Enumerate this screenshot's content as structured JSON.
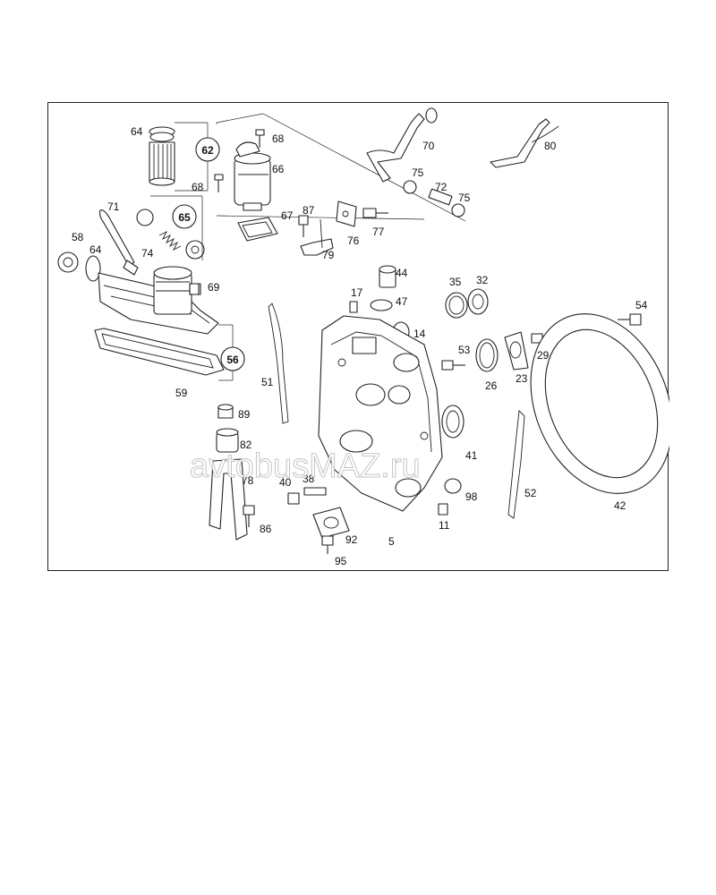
{
  "watermark": "avtobusMAZ.ru",
  "callouts": {
    "c64a": "64",
    "c62": "62",
    "c68a": "68",
    "c66": "66",
    "c68b": "68",
    "c65": "65",
    "c71": "71",
    "c64b": "64",
    "c58": "58",
    "c74": "74",
    "c69": "69",
    "c56": "56",
    "c59": "59",
    "c67": "67",
    "c87": "87",
    "c76": "76",
    "c77": "77",
    "c79": "79",
    "c70": "70",
    "c75a": "75",
    "c72": "72",
    "c75b": "75",
    "c80": "80",
    "c44": "44",
    "c17": "17",
    "c47": "47",
    "c14": "14",
    "c35": "35",
    "c32": "32",
    "c54": "54",
    "c51": "51",
    "c53": "53",
    "c29": "29",
    "c26": "26",
    "c23": "23",
    "c89": "89",
    "c82": "82",
    "c78": "78",
    "c86": "86",
    "c40": "40",
    "c38": "38",
    "c41": "41",
    "c98": "98",
    "c52": "52",
    "c42": "42",
    "c11": "11",
    "c5": "5",
    "c92": "92",
    "c95": "95"
  }
}
